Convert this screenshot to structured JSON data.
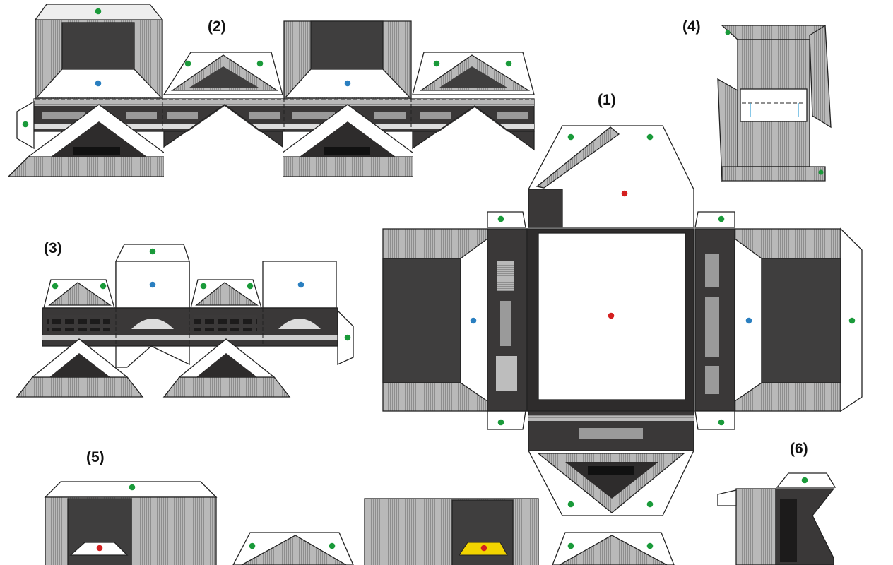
{
  "part_labels": [
    "(1)",
    "(2)",
    "(3)",
    "(4)",
    "(5)",
    "(6)"
  ],
  "colors": {
    "background": "#ffffff",
    "roof_gray": "#a9a9a9",
    "dark_panel": "#3f3e3e",
    "outline": "#222222",
    "dot_green": "#1a9a3a",
    "dot_blue": "#2a7fc0",
    "dot_red": "#d42020",
    "dot_yellow_patch": "#f2d400"
  },
  "legend_markers": [
    "green-dot",
    "blue-dot",
    "red-dot"
  ]
}
